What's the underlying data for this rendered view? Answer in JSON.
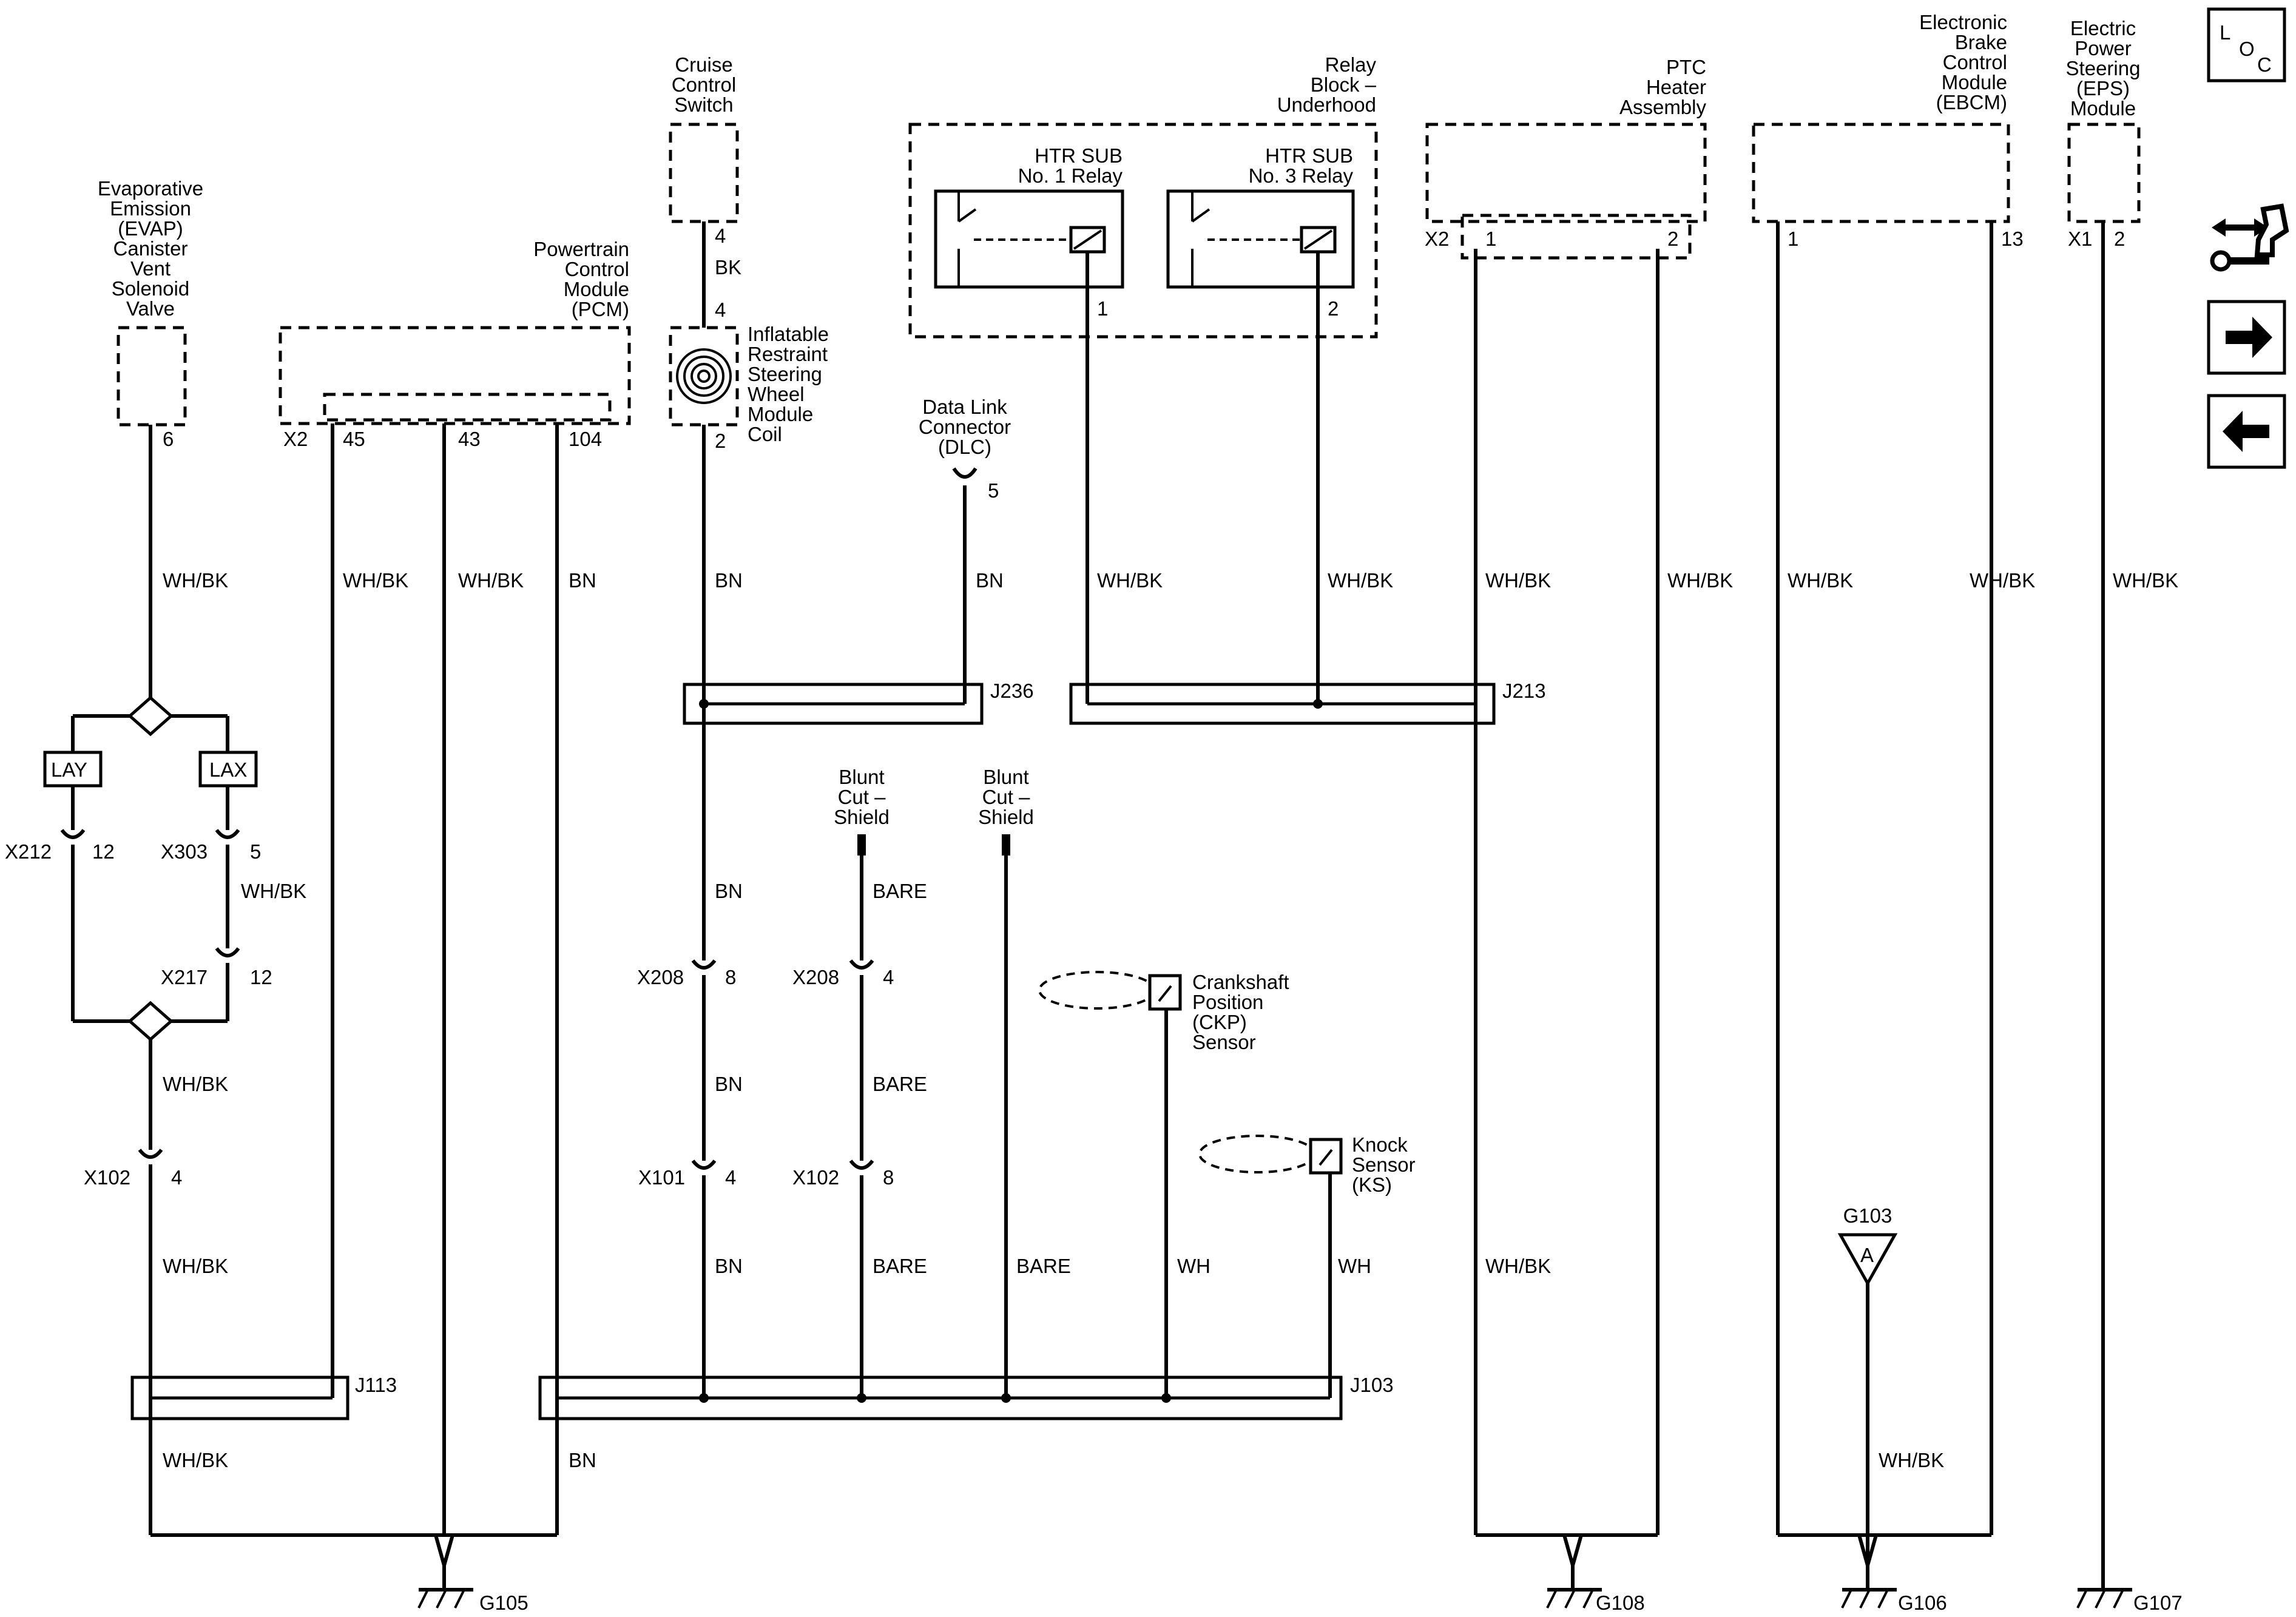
{
  "components": {
    "evap": [
      "Evaporative",
      "Emission",
      "(EVAP)",
      "Canister",
      "Vent",
      "Solenoid",
      "Valve"
    ],
    "pcm": [
      "Powertrain",
      "Control",
      "Module",
      "(PCM)"
    ],
    "cruise": [
      "Cruise",
      "Control",
      "Switch"
    ],
    "airbag_coil": [
      "Inflatable",
      "Restraint",
      "Steering",
      "Wheel",
      "Module",
      "Coil"
    ],
    "dlc": [
      "Data Link",
      "Connector",
      "(DLC)"
    ],
    "relay_block": [
      "Relay",
      "Block –",
      "Underhood"
    ],
    "relay1": [
      "HTR SUB",
      "No. 1 Relay"
    ],
    "relay3": [
      "HTR SUB",
      "No. 3 Relay"
    ],
    "ptc": [
      "PTC",
      "Heater",
      "Assembly"
    ],
    "ebcm": [
      "Electronic",
      "Brake",
      "Control",
      "Module",
      "(EBCM)"
    ],
    "eps": [
      "Electric",
      "Power",
      "Steering",
      "(EPS)",
      "Module"
    ],
    "ckp": [
      "Crankshaft",
      "Position",
      "(CKP)",
      "Sensor"
    ],
    "ks": [
      "Knock",
      "Sensor",
      "(KS)"
    ],
    "shield": [
      "Blunt",
      "Cut –",
      "Shield"
    ]
  },
  "connectors": {
    "X2": "X2",
    "X1": "X1",
    "X212": "X212",
    "X303": "X303",
    "X217": "X217",
    "X102": "X102",
    "X208": "X208",
    "X101": "X101"
  },
  "pins": {
    "p1": "1",
    "p2": "2",
    "p4": "4",
    "p5": "5",
    "p6": "6",
    "p8": "8",
    "p12": "12",
    "p13": "13",
    "p43": "43",
    "p45": "45",
    "p104": "104"
  },
  "wire_colors": {
    "whbk": "WH/BK",
    "bn": "BN",
    "bk": "BK",
    "bare": "BARE",
    "wh": "WH"
  },
  "options": {
    "lay": "LAY",
    "lax": "LAX"
  },
  "splices": {
    "J113": "J113",
    "J103": "J103",
    "J236": "J236",
    "J213": "J213"
  },
  "grounds": {
    "G105": "G105",
    "G108": "G108",
    "G106": "G106",
    "G107": "G107",
    "G103": "G103",
    "G103_letter": "A"
  },
  "toolbar": {
    "loc_letters": [
      "L",
      "O",
      "C"
    ]
  },
  "icons": [
    "location-icon",
    "connector-end-view-icon",
    "next-page-icon",
    "previous-page-icon"
  ],
  "colors": {
    "ink": "#000000",
    "paper": "#ffffff"
  }
}
